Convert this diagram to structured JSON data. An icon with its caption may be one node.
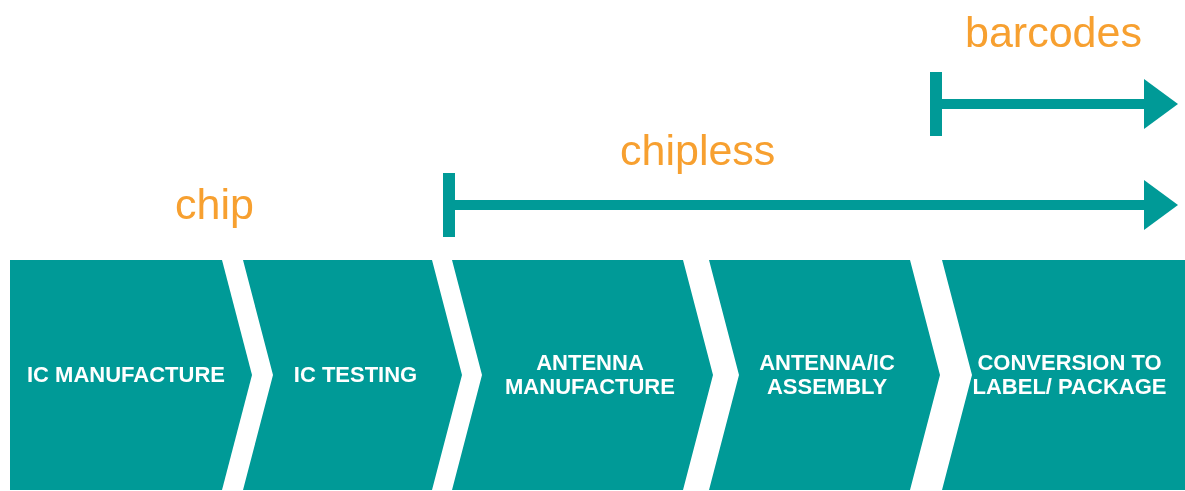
{
  "diagram": {
    "nodes": [
      {
        "text": [
          "IC MANUFACTURE"
        ]
      },
      {
        "text": [
          "IC TESTING"
        ]
      },
      {
        "text": [
          "ANTENNA MANUFACTURE"
        ]
      },
      {
        "text": [
          "ANTENNA/IC ASSEMBLY"
        ]
      },
      {
        "text": [
          "CONVERSION TO LABEL/ PACKAGE"
        ]
      }
    ],
    "labels": [
      "barcodes",
      "chipless",
      "chip"
    ]
  }
}
